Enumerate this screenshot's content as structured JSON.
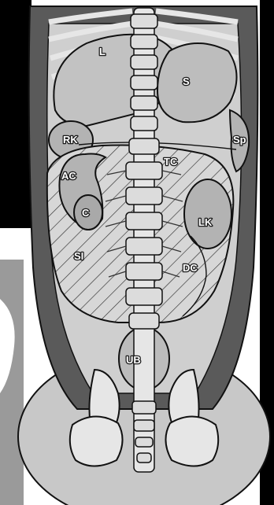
{
  "labels": {
    "L": "L",
    "S": "S",
    "RK": "RK",
    "Sp": "Sp",
    "TC": "TC",
    "AC": "AC",
    "C": "C",
    "LK": "LK",
    "SI": "SI",
    "DC": "DC",
    "UB": "UB"
  },
  "colors": {
    "background_top": "#000000",
    "background_side": "#9a9a9a",
    "body_wall": "#5a5a5a",
    "abdomen": "#cfcfcf",
    "organ_fill": "#b3b3b3",
    "bone": "#e6e6e6",
    "outline": "#111111",
    "hatch": "#333333"
  }
}
